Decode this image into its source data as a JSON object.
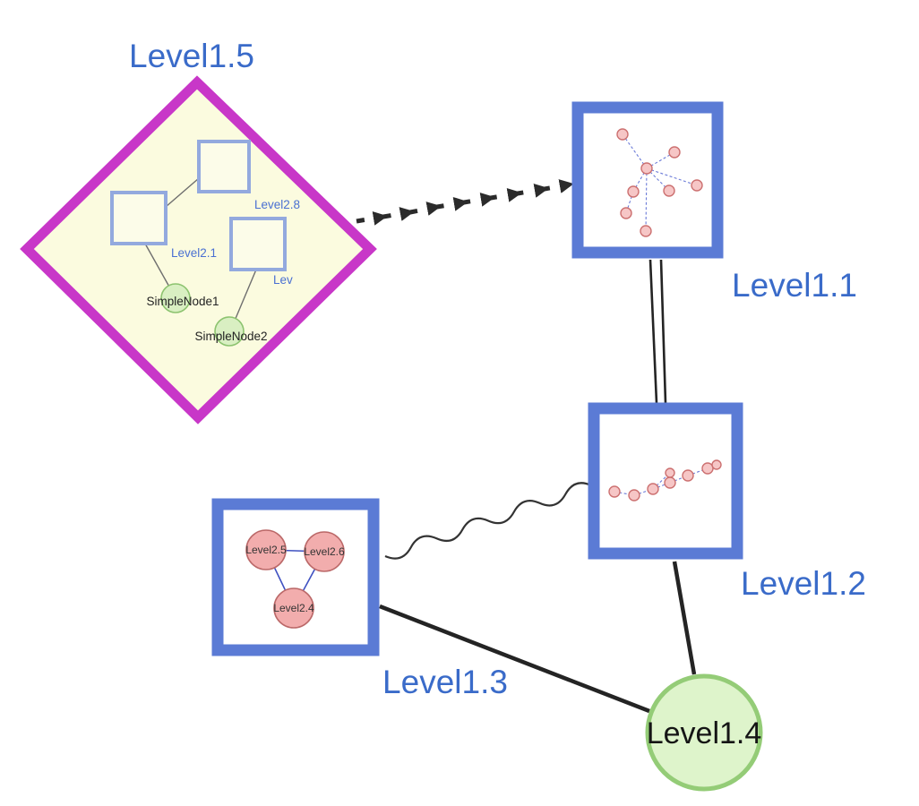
{
  "background": "#ffffff",
  "nodes": {
    "level15": {
      "label": "Level1.5",
      "shape": "diamond-group"
    },
    "level11": {
      "label": "Level1.1",
      "shape": "square"
    },
    "level12": {
      "label": "Level1.2",
      "shape": "square"
    },
    "level13": {
      "label": "Level1.3",
      "shape": "square-group"
    },
    "level14": {
      "label": "Level1.4",
      "shape": "circle"
    }
  },
  "level15_contents": {
    "squares": [
      {
        "label": "Level2.8"
      },
      {
        "label": "Level2.1"
      },
      {
        "label": "Lev"
      }
    ],
    "circles": [
      {
        "label": "SimpleNode1"
      },
      {
        "label": "SimpleNode2"
      }
    ]
  },
  "level13_contents": {
    "circles": [
      {
        "label": "Level2.5"
      },
      {
        "label": "Level2.6"
      },
      {
        "label": "Level2.4"
      }
    ]
  },
  "edges": [
    {
      "from": "Level1.5",
      "to": "Level1.1",
      "style": "bold-dashed-arrowheads"
    },
    {
      "from": "Level1.1",
      "to": "Level1.2",
      "style": "double-parallel-line"
    },
    {
      "from": "Level1.3",
      "to": "Level1.2",
      "style": "wavy"
    },
    {
      "from": "Level1.3",
      "to": "Level1.4",
      "style": "solid"
    },
    {
      "from": "Level1.2",
      "to": "Level1.4",
      "style": "solid"
    }
  ],
  "colors": {
    "label_blue": "#3a6bc9",
    "diamond_border": "#c837c8",
    "diamond_fill": "#fbfbdf",
    "square_border_blue": "#5b7bd5",
    "inner_square_border": "#93a9de",
    "green_fill": "#d9efc2",
    "green_border": "#8cc36f",
    "pink_fill": "#f2adad",
    "pink_border": "#bb6868",
    "mini_pink_fill": "#f6c6c6",
    "mini_pink_border": "#cc7070",
    "mini_edge_blue": "#6b7bd8",
    "edge_black": "#2b2b2b"
  }
}
